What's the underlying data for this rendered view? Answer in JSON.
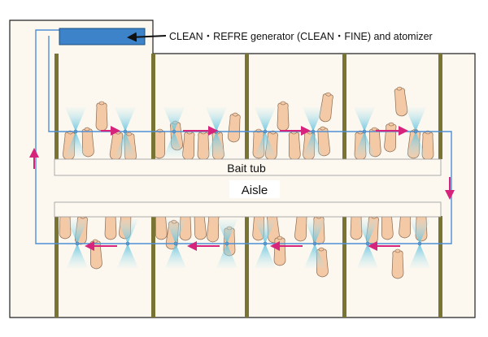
{
  "labels": {
    "generator": "CLEAN・REFRE generator (CLEAN・FINE) and atomizer",
    "bait_tub": "Bait tub",
    "aisle": "Aisle"
  },
  "colors": {
    "floor": "#fcf8ef",
    "outline": "#222222",
    "partition": "#7a7432",
    "pipe": "#4f8fd6",
    "generator_box": "#3c83c9",
    "flow_arrow": "#d6247c",
    "mist": "#8fd3e6",
    "pig_fill": "#f3c9a6",
    "pig_stroke": "#8a6a52",
    "tub_fill": "#fdf9f0"
  },
  "icons": {
    "generator": "generator-box-icon",
    "atomizer": "mist-nozzle-icon",
    "animal": "pig-icon",
    "flow": "flow-arrow-icon",
    "pointer": "pointer-arrow-icon"
  }
}
